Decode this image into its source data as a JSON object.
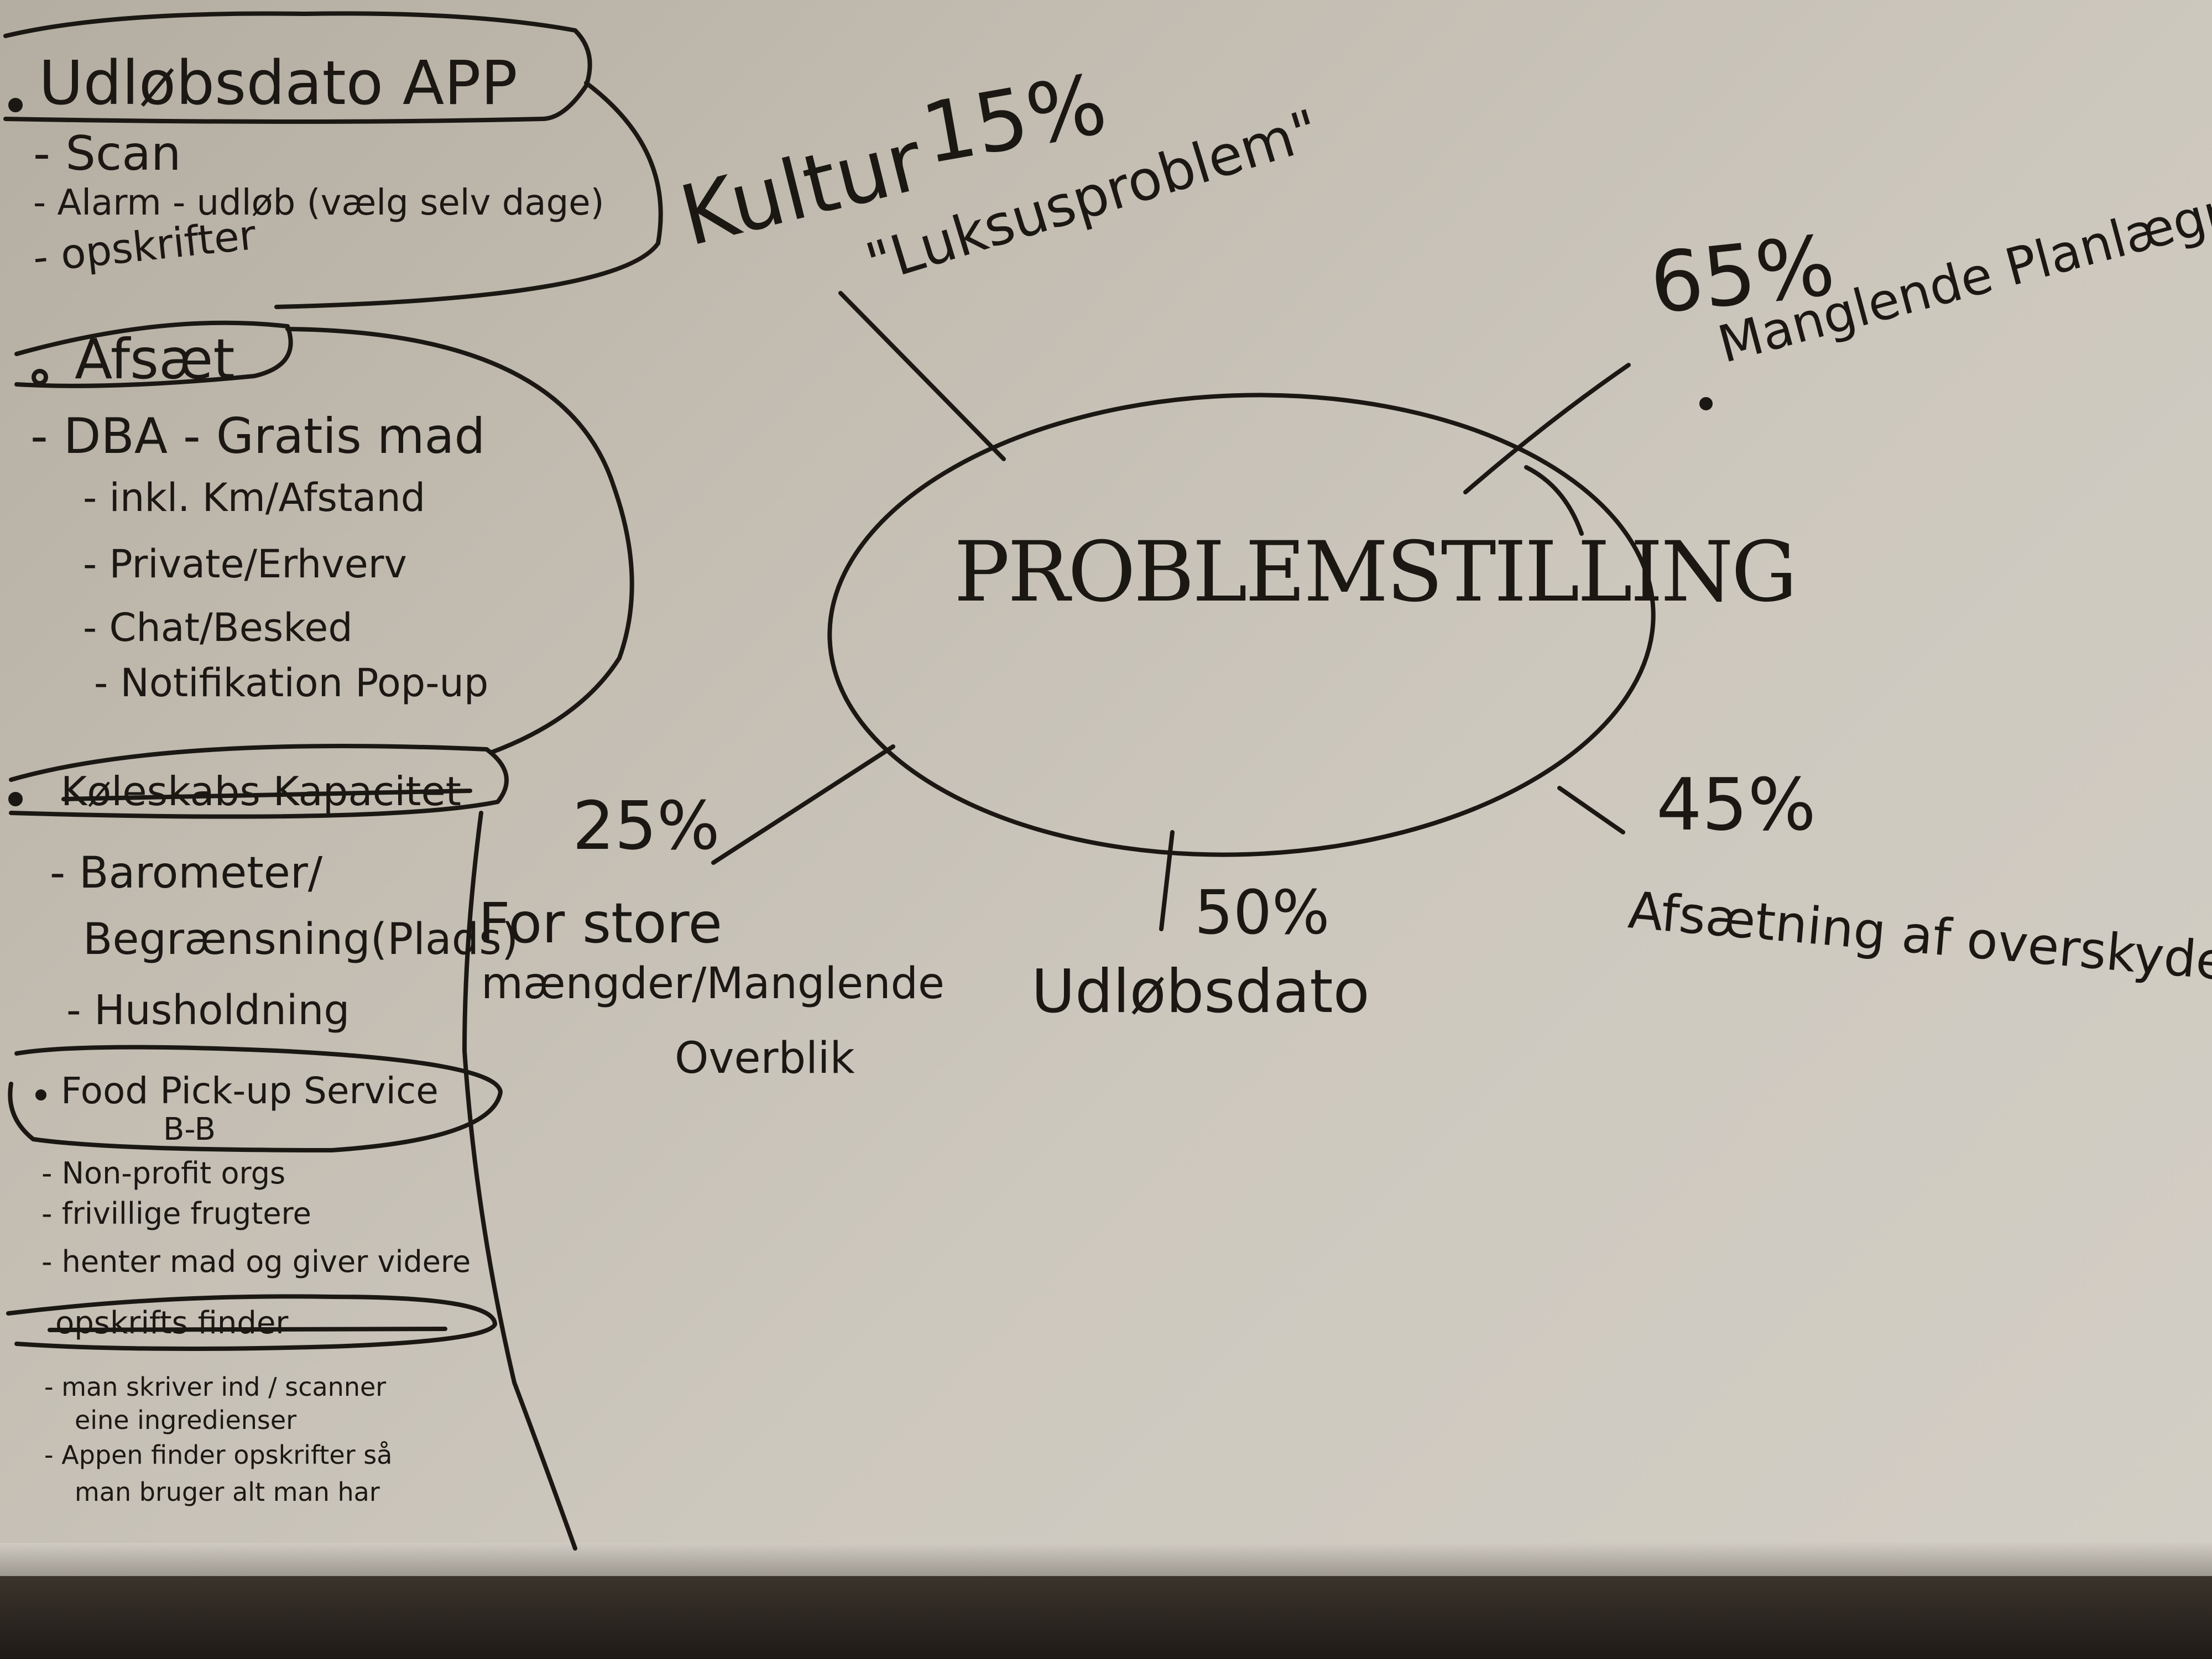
{
  "colors": {
    "ink": "#1b1814",
    "board": "#c6c1b7"
  },
  "sidebar": {
    "app": {
      "title": "Udløbsdato APP",
      "items": [
        "- Scan",
        "- Alarm - udløb (vælg selv dage)",
        "- opskrifter"
      ]
    },
    "afsaet": {
      "title": "Afsæt",
      "items": [
        "- DBA - Gratis mad",
        "- inkl. Km/Afstand",
        "- Private/Erhverv",
        "- Chat/Besked",
        "- Notifikation Pop-up"
      ]
    },
    "koleskab": {
      "title": "Køleskabs Kapacitet",
      "items": [
        "- Barometer/",
        "Begrænsning(Plads)",
        "- Husholdning"
      ]
    },
    "food": {
      "title": "Food Pick-up Service",
      "subtitle": "B-B",
      "items": [
        "- Non-profit orgs",
        "- frivillige frugtere",
        "- henter mad og giver videre"
      ]
    },
    "opskrift": {
      "title": "opskrifts finder",
      "items": [
        "- man skriver ind / scanner",
        "eine ingredienser",
        "- Appen finder opskrifter så",
        "man bruger alt man har"
      ]
    }
  },
  "mindmap": {
    "center": "PROBLEMSTILLING",
    "kultur": {
      "label": "Kultur",
      "percent": "15%",
      "note": "\"Luksusproblem\""
    },
    "planlaegning": {
      "percent": "65%",
      "label": "Manglende Planlægning"
    },
    "maengder": {
      "percent": "25%",
      "line1": "For store",
      "line2": "mængder/Manglende",
      "line3": "Overblik"
    },
    "udlob": {
      "percent": "50%",
      "label": "Udløbsdato"
    },
    "afsaetning": {
      "percent": "45%",
      "label": "Afsætning af overskydende"
    }
  }
}
